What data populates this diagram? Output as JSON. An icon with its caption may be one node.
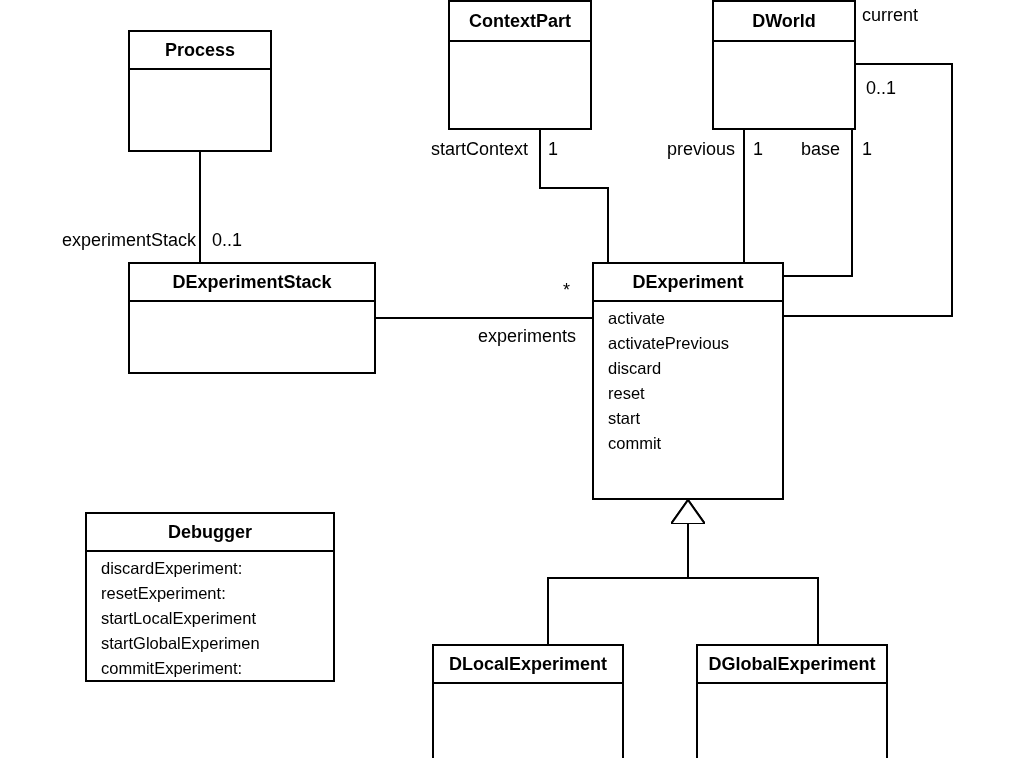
{
  "diagram": {
    "nodes": [
      {
        "text": [
          "Process"
        ]
      },
      {
        "text": [
          "ContextPart"
        ]
      },
      {
        "text": [
          "DWorld"
        ]
      },
      {
        "text": [
          "DExperimentStack"
        ]
      },
      {
        "text": [
          "DExperiment",
          "activate",
          "activatePrevious",
          "discard",
          "reset",
          "start",
          "commit"
        ]
      },
      {
        "text": [
          "Debugger",
          "discardExperiment:",
          "resetExperiment:",
          "startLocalExperiment",
          "startGlobalExperimen",
          "commitExperiment:"
        ]
      },
      {
        "text": [
          "DLocalExperiment"
        ]
      },
      {
        "text": [
          "DGlobalExperiment"
        ]
      }
    ],
    "edges": [
      {
        "from": 0,
        "to": 3,
        "arrow": "none"
      },
      {
        "from": 1,
        "to": 4,
        "arrow": "none"
      },
      {
        "from": 2,
        "to": 4,
        "arrow": "none"
      },
      {
        "from": 2,
        "to": 4,
        "arrow": "none"
      },
      {
        "from": 2,
        "to": 4,
        "arrow": "none"
      },
      {
        "from": 3,
        "to": 4,
        "arrow": "none"
      },
      {
        "from": 6,
        "to": 4,
        "arrow": "to"
      },
      {
        "from": 7,
        "to": 4,
        "arrow": "to"
      }
    ],
    "labels": [
      "experimentStack",
      "0..1",
      "startContext",
      "1",
      "previous",
      "1",
      "base",
      "1",
      "current",
      "0..1",
      "*",
      "experiments"
    ]
  }
}
